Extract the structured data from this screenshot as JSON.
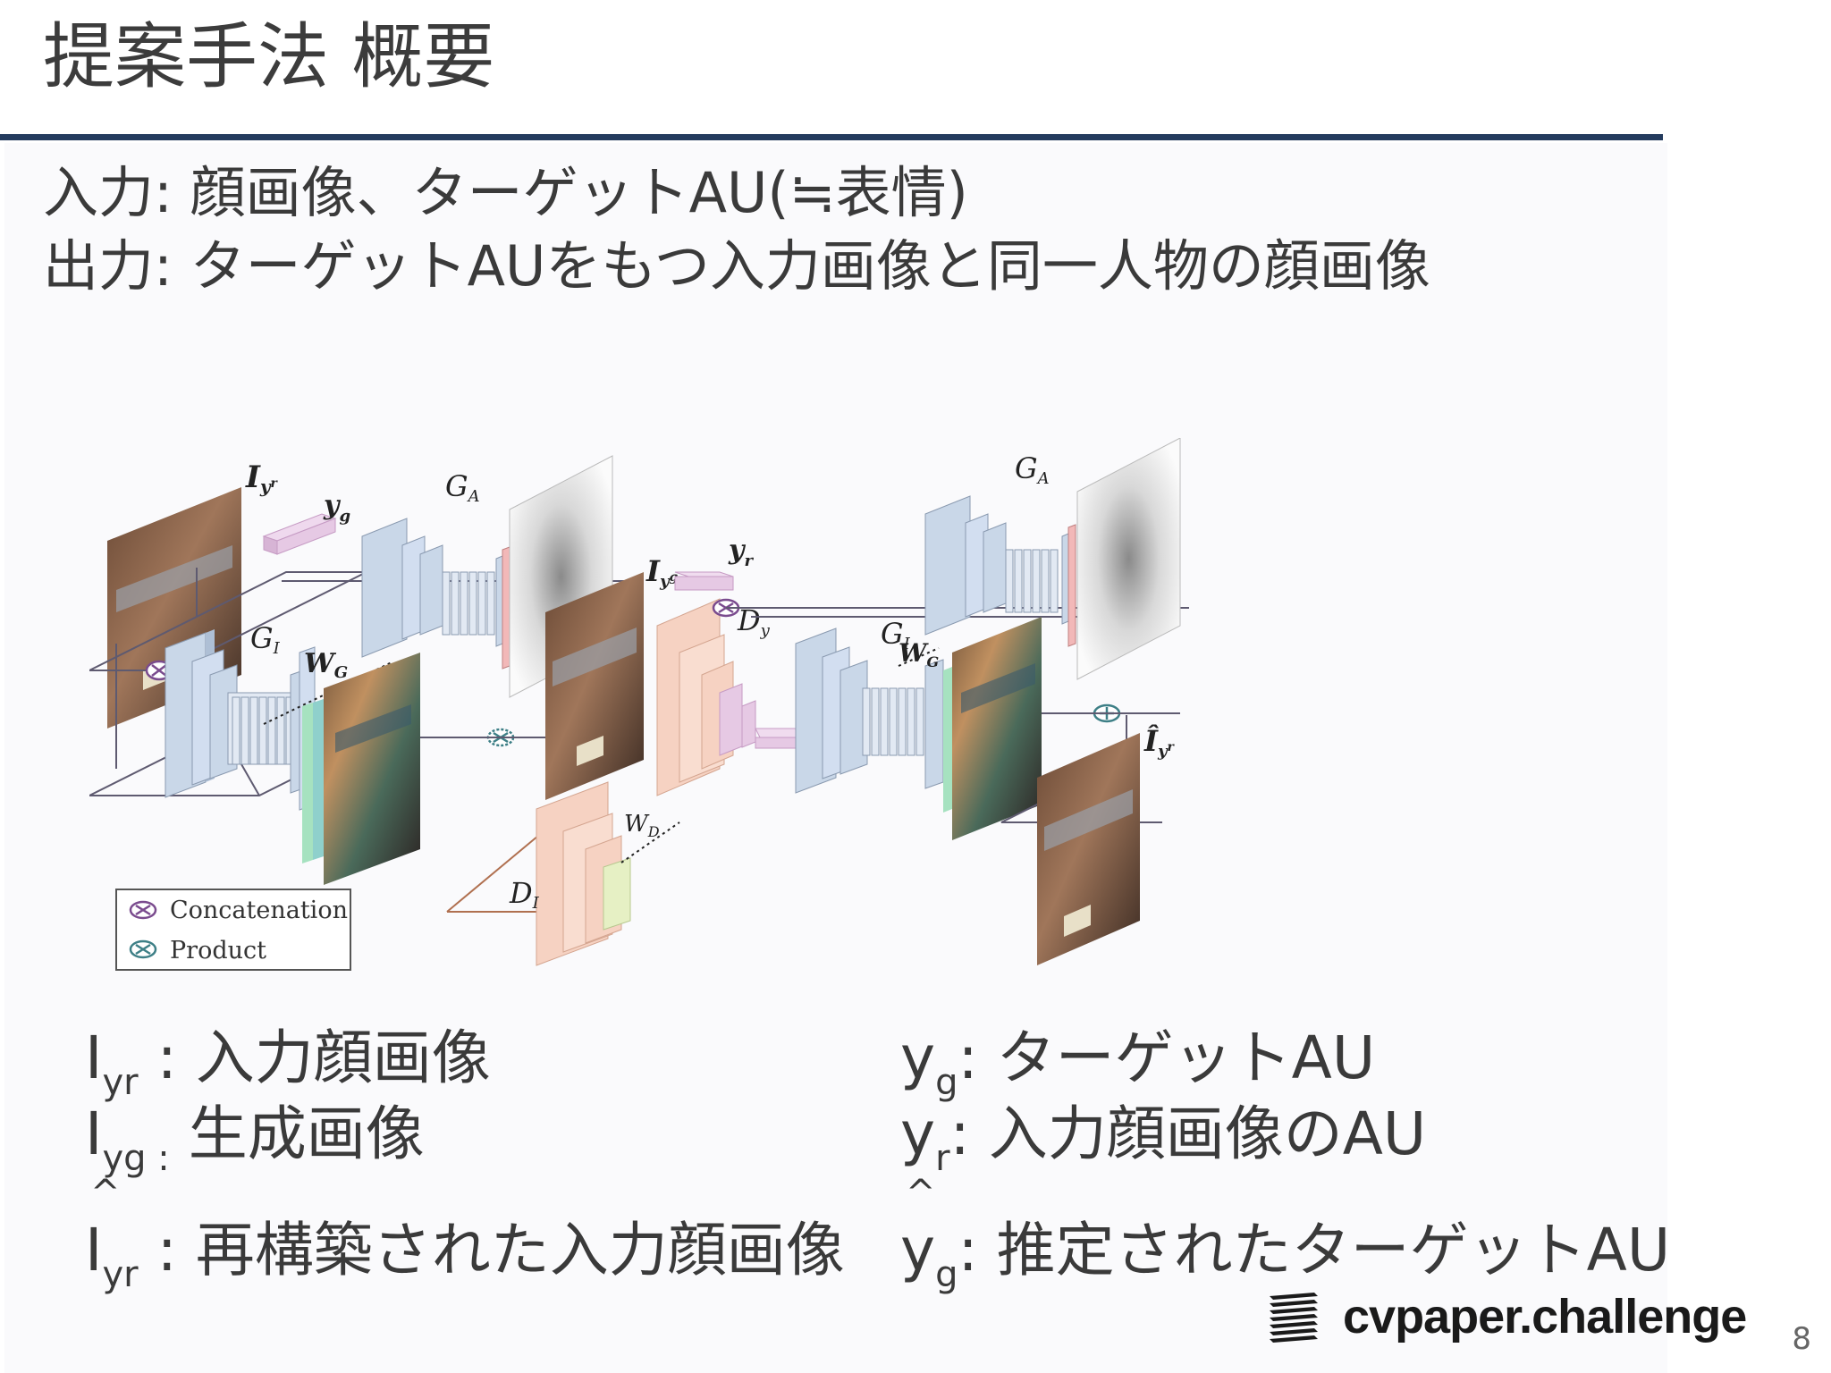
{
  "slide": {
    "title": "提案手法 概要",
    "page_number": "8"
  },
  "io": {
    "input_line": "入力: 顔画像、ターゲットAU(≒表情)",
    "output_line": "出力: ターゲットAUをもつ入力画像と同一人物の顔画像"
  },
  "figure": {
    "labels": {
      "I_yr": "I",
      "I_yr_sub": "y",
      "I_yr_subsub": "r",
      "y_g": "y",
      "y_g_sub": "g",
      "G_A": "G",
      "G_A_sub": "A",
      "G_I": "G",
      "G_I_sub": "I",
      "W_G": "W",
      "W_G_sub": "G",
      "I_yg": "I",
      "I_yg_sub": "y",
      "I_yg_subsub": "g",
      "y_r": "y",
      "y_r_sub": "r",
      "D_y": "D",
      "D_y_sub": "y",
      "D_I": "D",
      "D_I_sub": "I",
      "W_D": "W",
      "W_D_sub": "D",
      "y_g_hat": "ŷ",
      "y_g_hat_sub": "g",
      "I_yr_hat": "Î",
      "I_yr_hat_sub": "y",
      "I_yr_hat_subsub": "r"
    },
    "legend": {
      "concatenation": "Concatenation",
      "product": "Product"
    },
    "colors": {
      "generator_blue": "#c9d7e8",
      "discriminator_orange": "#f6d2c2",
      "target_pink": "#e6c9e4",
      "green_block": "#e6f0c4",
      "concat_purple": "#7a4b8e",
      "product_teal": "#3d7f86",
      "line_gray": "#5e5a70"
    }
  },
  "notation": {
    "left": [
      {
        "sym": "I",
        "sub": "yr",
        "hat": "",
        "text": ": 入力顔画像"
      },
      {
        "sym": "I",
        "sub": "yg :",
        "hat": "",
        "text": "生成画像"
      },
      {
        "sym": "I",
        "sub": "yr",
        "hat": "^",
        "text": ": 再構築された入力顔画像"
      }
    ],
    "right": [
      {
        "sym": "y",
        "sub": "g",
        "hat": "",
        "text": ": ターゲットAU"
      },
      {
        "sym": "y",
        "sub": "r",
        "hat": "",
        "text": ":  入力顔画像のAU"
      },
      {
        "sym": "y",
        "sub": "g",
        "hat": "^",
        "text": ": 推定されたターゲットAU"
      }
    ]
  },
  "logo": {
    "text": "cvpaper.challenge"
  }
}
